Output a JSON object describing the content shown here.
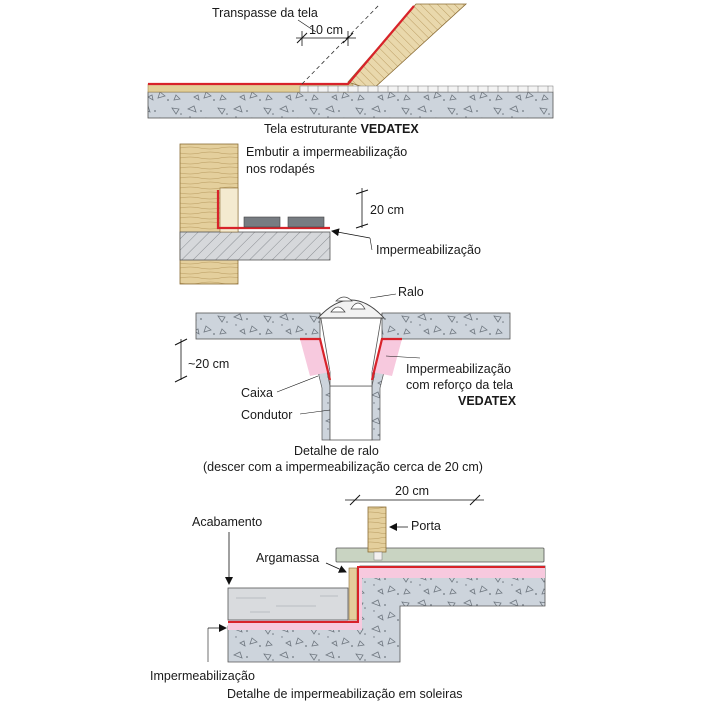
{
  "detail_1": {
    "label_overlap": "Transpasse da tela",
    "dim_overlap": "10 cm",
    "caption_prefix": "Tela estruturante ",
    "caption_brand": "VEDATEX"
  },
  "detail_2": {
    "label_embed_line1": "Embutir a impermeabilização",
    "label_embed_line2": "nos rodapés",
    "dim_height": "20 cm",
    "label_waterproofing": "Impermeabilização"
  },
  "detail_3": {
    "label_drain": "Ralo",
    "dim_depth": "~20 cm",
    "label_waterproofing_line1": "Impermeabilização",
    "label_waterproofing_line2": "com reforço da tela",
    "label_brand": "VEDATEX",
    "label_box": "Caixa",
    "label_pipe": "Condutor",
    "caption_line1": "Detalhe de ralo",
    "caption_line2": "(descer com a impermeabilização cerca de 20 cm)"
  },
  "detail_4": {
    "dim_width": "20 cm",
    "label_finish": "Acabamento",
    "label_door": "Porta",
    "label_mortar": "Argamassa",
    "label_waterproofing": "Impermeabilização",
    "caption": "Detalhe de impermeabilização em soleiras"
  },
  "colors": {
    "membrane": "#d8232a",
    "concrete": "#cdd4dc",
    "wood": "#e4cf9c",
    "pink_fill": "#f7c9de",
    "green_floor": "#c9d4c2"
  }
}
